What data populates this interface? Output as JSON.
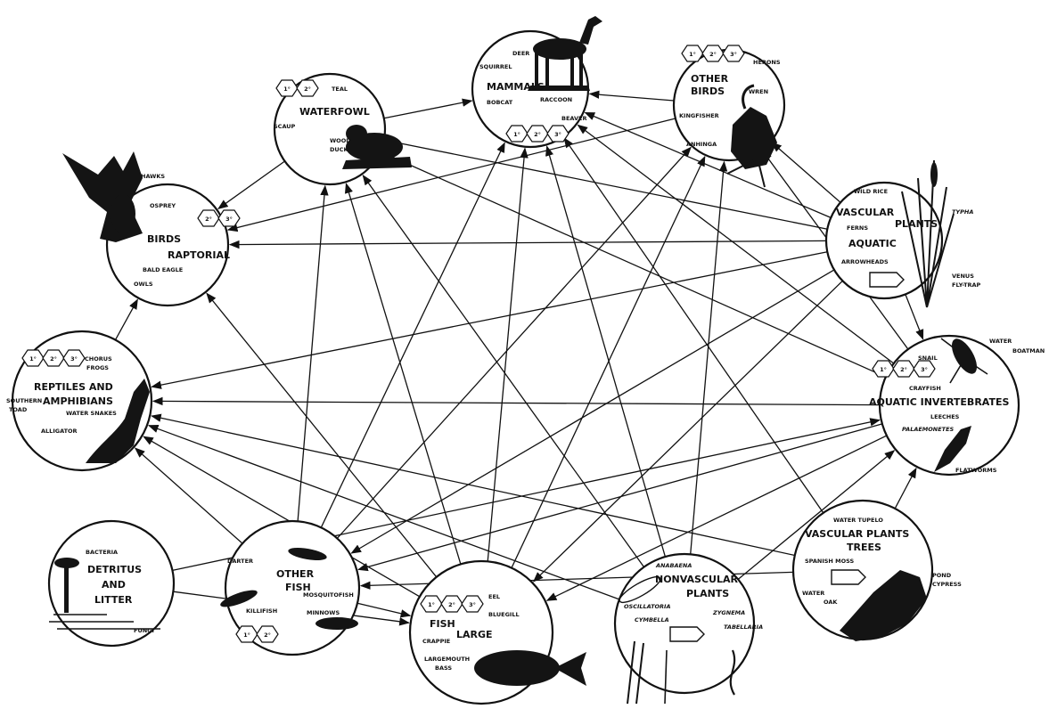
{
  "nodes": {
    "mammals": {
      "title": "MAMMALS",
      "labels": [
        "DEER",
        "SQUIRREL",
        "BOBCAT",
        "RACCOON",
        "BEAVER"
      ],
      "levels": [
        "1°",
        "2°",
        "3°"
      ],
      "icon": "deer-icon"
    },
    "waterfowl": {
      "title": "WATERFOWL",
      "labels": [
        "TEAL",
        "SCAUP",
        "WOOD",
        "DUCK"
      ],
      "levels": [
        "1°",
        "2°"
      ],
      "icon": "duck-icon"
    },
    "other_birds": {
      "title_lines": [
        "OTHER",
        "BIRDS"
      ],
      "labels": [
        "HERONS",
        "WREN",
        "KINGFISHER",
        "ANHINGA"
      ],
      "levels": [
        "1°",
        "2°",
        "3°"
      ],
      "icon": "anhinga-icon"
    },
    "birds_raptorial": {
      "title_lines": [
        "BIRDS",
        "RAPTORIAL"
      ],
      "labels": [
        "HAWKS",
        "OSPREY",
        "BALD EAGLE",
        "OWLS"
      ],
      "levels": [
        "2°",
        "3°"
      ],
      "icon": "eagle-icon"
    },
    "vascular_aquatic": {
      "title_lines": [
        "VASCULAR",
        "PLANTS",
        "AQUATIC"
      ],
      "labels": [
        "WILD RICE",
        "FERNS",
        "ARROWHEADS",
        "VENUS",
        "FLY-TRAP"
      ],
      "italic_labels": [
        "TYPHA"
      ],
      "icon": "cattail-icon"
    },
    "reptiles": {
      "title_lines": [
        "REPTILES AND",
        "AMPHIBIANS"
      ],
      "labels": [
        "CHORUS",
        "FROGS",
        "SOUTHERN",
        "TOAD",
        "WATER SNAKES",
        "ALLIGATOR"
      ],
      "levels": [
        "1°",
        "2°",
        "3°"
      ],
      "icon": "alligator-icon"
    },
    "aquatic_invertebrates": {
      "title": "AQUATIC INVERTEBRATES",
      "labels": [
        "SNAIL",
        "WATER",
        "BOATMAN",
        "CRAYFISH",
        "LEECHES",
        "FLATWORMS"
      ],
      "italic_labels": [
        "PALAEMONETES"
      ],
      "levels": [
        "1°",
        "2°",
        "3°"
      ],
      "icon": "water-beetle-icon"
    },
    "detritus": {
      "title_lines": [
        "DETRITUS",
        "AND",
        "LITTER"
      ],
      "labels": [
        "BACTERIA",
        "FUNGI"
      ],
      "icon": "mushroom-icon"
    },
    "other_fish": {
      "title_lines": [
        "OTHER",
        "FISH"
      ],
      "labels": [
        "DARTER",
        "MOSQUITOFISH",
        "KILLIFISH",
        "MINNOWS"
      ],
      "levels": [
        "1°",
        "2°"
      ],
      "icon": "minnow-icon"
    },
    "fish_large": {
      "title_lines": [
        "FISH",
        "LARGE"
      ],
      "labels": [
        "EEL",
        "BLUEGILL",
        "CRAPPIE",
        "LARGEMOUTH",
        "BASS"
      ],
      "levels": [
        "1°",
        "2°",
        "3°"
      ],
      "icon": "bass-icon"
    },
    "nonvascular": {
      "title_lines": [
        "NONVASCULAR",
        "PLANTS"
      ],
      "italic_labels": [
        "ANABAENA",
        "OSCILLATORIA",
        "CYMBELLA",
        "ZYGNEMA",
        "TABELLARIA"
      ],
      "icon": "algae-icon"
    },
    "vascular_trees": {
      "title_lines": [
        "VASCULAR PLANTS",
        "TREES"
      ],
      "labels": [
        "WATER TUPELO",
        "SPANISH MOSS",
        "POND",
        "CYPRESS",
        "WATER",
        "OAK"
      ],
      "icon": "cypress-branch-icon"
    }
  },
  "links": [
    [
      "waterfowl",
      "mammals"
    ],
    [
      "other_birds",
      "mammals"
    ],
    [
      "waterfowl",
      "birds_raptorial"
    ],
    [
      "reptiles",
      "birds_raptorial"
    ],
    [
      "other_fish",
      "reptiles"
    ],
    [
      "vascular_aquatic",
      "mammals"
    ],
    [
      "vascular_aquatic",
      "waterfowl"
    ],
    [
      "vascular_aquatic",
      "other_birds"
    ],
    [
      "vascular_aquatic",
      "birds_raptorial"
    ],
    [
      "vascular_aquatic",
      "reptiles"
    ],
    [
      "vascular_aquatic",
      "aquatic_invertebrates"
    ],
    [
      "vascular_aquatic",
      "other_fish"
    ],
    [
      "vascular_aquatic",
      "fish_large"
    ],
    [
      "aquatic_invertebrates",
      "reptiles"
    ],
    [
      "aquatic_invertebrates",
      "mammals"
    ],
    [
      "aquatic_invertebrates",
      "waterfowl"
    ],
    [
      "aquatic_invertebrates",
      "other_birds"
    ],
    [
      "aquatic_invertebrates",
      "other_fish"
    ],
    [
      "aquatic_invertebrates",
      "fish_large"
    ],
    [
      "detritus",
      "aquatic_invertebrates"
    ],
    [
      "detritus",
      "fish_large"
    ],
    [
      "other_fish",
      "waterfowl"
    ],
    [
      "other_fish",
      "other_birds"
    ],
    [
      "other_fish",
      "fish_large"
    ],
    [
      "other_fish",
      "mammals"
    ],
    [
      "fish_large",
      "birds_raptorial"
    ],
    [
      "fish_large",
      "reptiles"
    ],
    [
      "fish_large",
      "mammals"
    ],
    [
      "fish_large",
      "other_birds"
    ],
    [
      "fish_large",
      "waterfowl"
    ],
    [
      "nonvascular",
      "aquatic_invertebrates"
    ],
    [
      "nonvascular",
      "other_birds"
    ],
    [
      "nonvascular",
      "waterfowl"
    ],
    [
      "nonvascular",
      "reptiles"
    ],
    [
      "nonvascular",
      "mammals"
    ],
    [
      "vascular_trees",
      "aquatic_invertebrates"
    ],
    [
      "vascular_trees",
      "reptiles"
    ],
    [
      "vascular_trees",
      "other_fish"
    ],
    [
      "vascular_trees",
      "mammals"
    ],
    [
      "other_birds",
      "birds_raptorial"
    ]
  ]
}
